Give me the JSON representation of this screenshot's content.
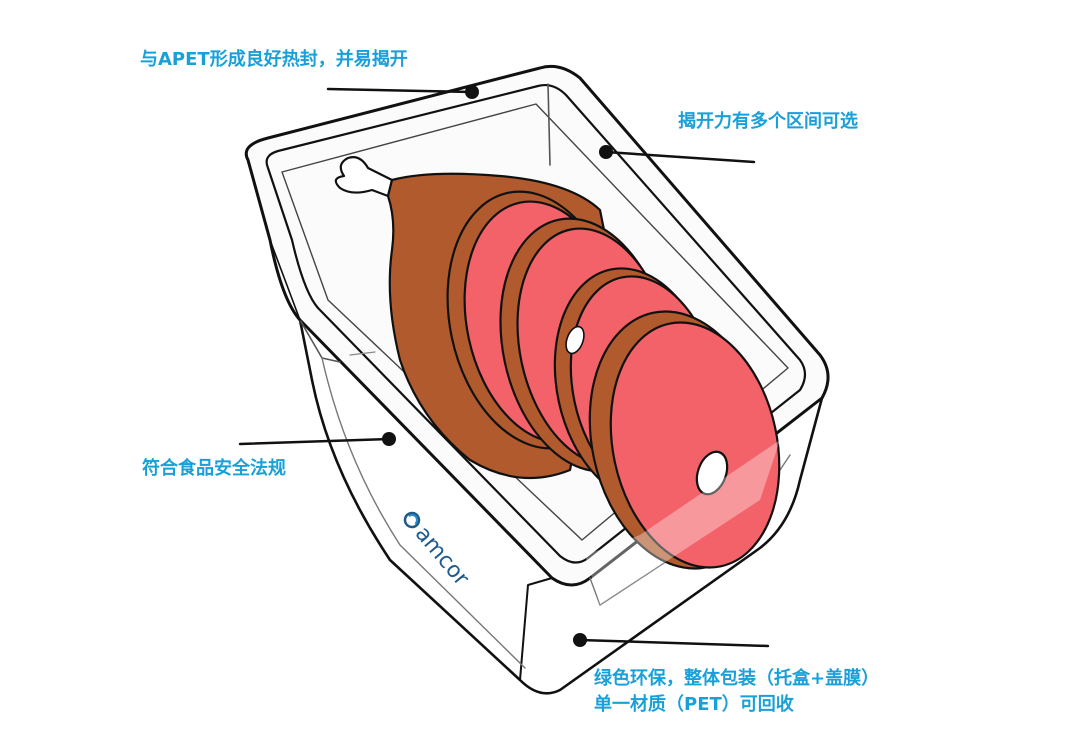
{
  "annotations": {
    "heat_seal": "与APET形成良好热封，并易揭开",
    "peel_force": "揭开力有多个区间可选",
    "food_safety": "符合食品安全法规",
    "eco_line1": "绿色环保，整体包装（托盒+盖膜）",
    "eco_line2": "单一材质（PET）可回收"
  },
  "brand": {
    "logo_text": "amcor",
    "logo_icon": "amcor-swirl-icon"
  },
  "colors": {
    "label": "#1aa0d8",
    "meat_skin": "#b15a2e",
    "meat_slice": "#f36169",
    "bone": "#ffffff",
    "outline": "#111111"
  }
}
